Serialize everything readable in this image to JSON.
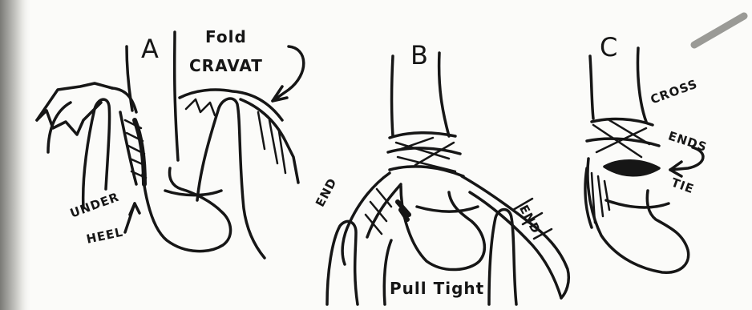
{
  "panels": [
    {
      "letter": "A",
      "labels": {
        "fold": "Fold",
        "cravat": "CRAVAT",
        "under": "UNDER",
        "heel": "HEEL"
      }
    },
    {
      "letter": "B",
      "labels": {
        "end_left": "END",
        "end_right": "END",
        "pull_tight": "Pull Tight"
      }
    },
    {
      "letter": "C",
      "labels": {
        "cross": "CROSS",
        "ends": "ENDS",
        "tie": "TIE"
      }
    }
  ],
  "colors": {
    "ink": "#161616",
    "paper": "#fbfbf9",
    "shadow": "#8a8a86",
    "pencil": "#9a9a96"
  }
}
